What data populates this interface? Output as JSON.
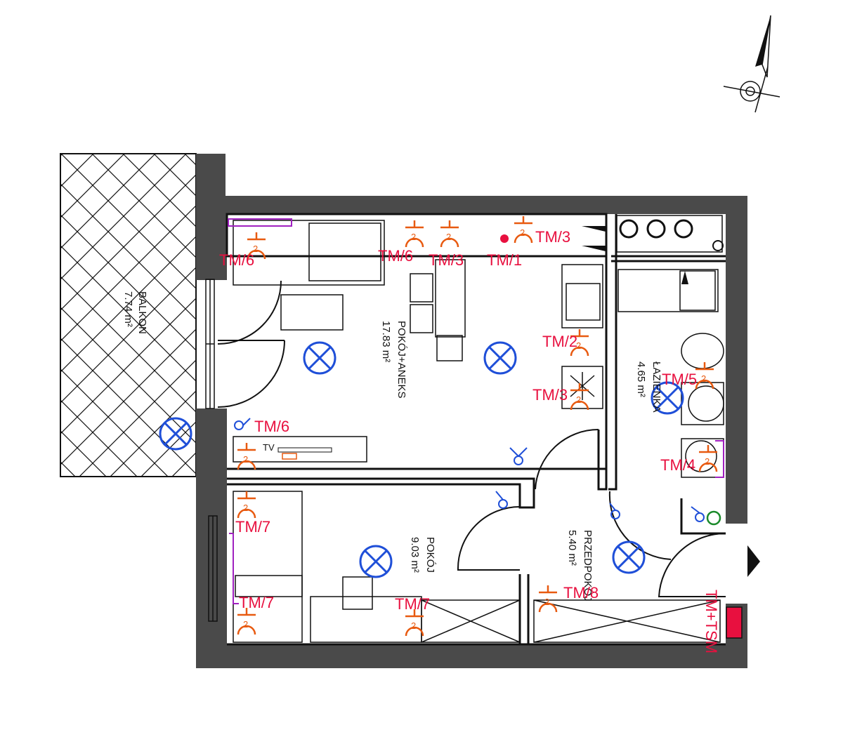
{
  "rooms": {
    "balkon": {
      "name": "BALKON",
      "area": "7.74 m²"
    },
    "pokoj_aneks": {
      "name": "POKÓJ+ANEKS",
      "area": "17.83 m²"
    },
    "lazienka": {
      "name": "ŁAZIENKA",
      "area": "4.65 m²"
    },
    "pokoj": {
      "name": "POKÓJ",
      "area": "9.03 m²"
    },
    "przedpokoj": {
      "name": "PRZEDPOKÓJ",
      "area": "5.40 m²"
    }
  },
  "sockets": {
    "tm6_a": "TM/6",
    "tm6_b": "TM/6",
    "tm6_c": "TM/6",
    "tm3_a": "TM/3",
    "tm3_b": "TM/3",
    "tm3_c": "TM/3",
    "tm1": "TM/1",
    "tm2": "TM/2",
    "tm5": "TM/5",
    "tm4": "TM/4",
    "tm7_a": "TM/7",
    "tm7_b": "TM/7",
    "tm7_c": "TM/7",
    "tm8": "TM/8",
    "tmtsm": "TM+TSM"
  },
  "labels": {
    "tv": "TV"
  },
  "colors": {
    "wall": "#4a4a4a",
    "socket": "#e8103f",
    "outlet": "#e85a10",
    "light": "#1f4fd8",
    "purple": "#a020c0"
  }
}
